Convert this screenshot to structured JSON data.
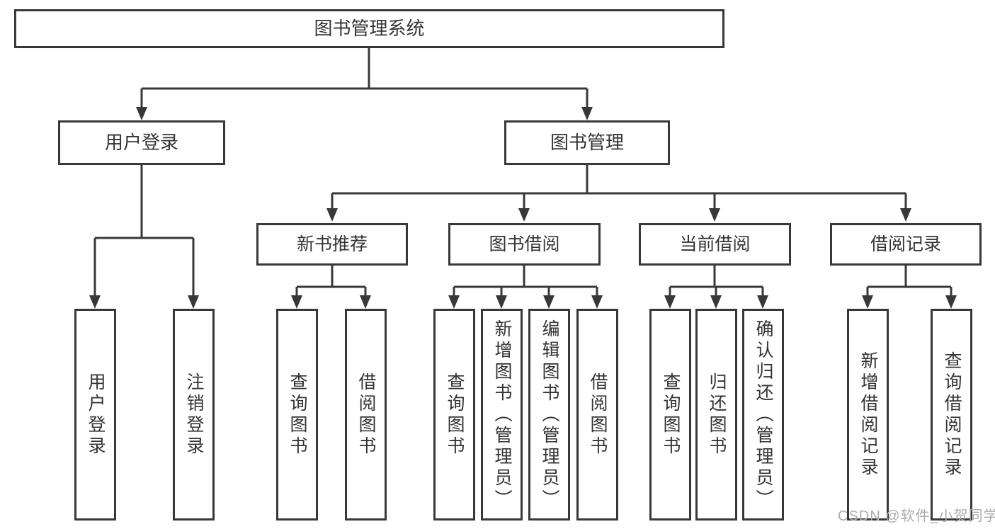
{
  "nodes": {
    "root": "图书管理系统",
    "level2": [
      "用户登录",
      "图书管理"
    ],
    "level3": [
      "新书推荐",
      "图书借阅",
      "当前借阅",
      "借阅记录"
    ],
    "leaves": [
      "用户登录",
      "注销登录",
      "查询图书",
      "借阅图书",
      "查询图书",
      "新增图书（管理员）",
      "编辑图书（管理员）",
      "借阅图书",
      "查询图书",
      "归还图书",
      "确认归还（管理员）",
      "新增借阅记录",
      "查询借阅记录"
    ]
  },
  "watermark": "CSDN @软件_小贺同学",
  "colors": {
    "line": "#383838",
    "text": "#333333",
    "background": "#ffffff",
    "watermark": "#ababab"
  }
}
